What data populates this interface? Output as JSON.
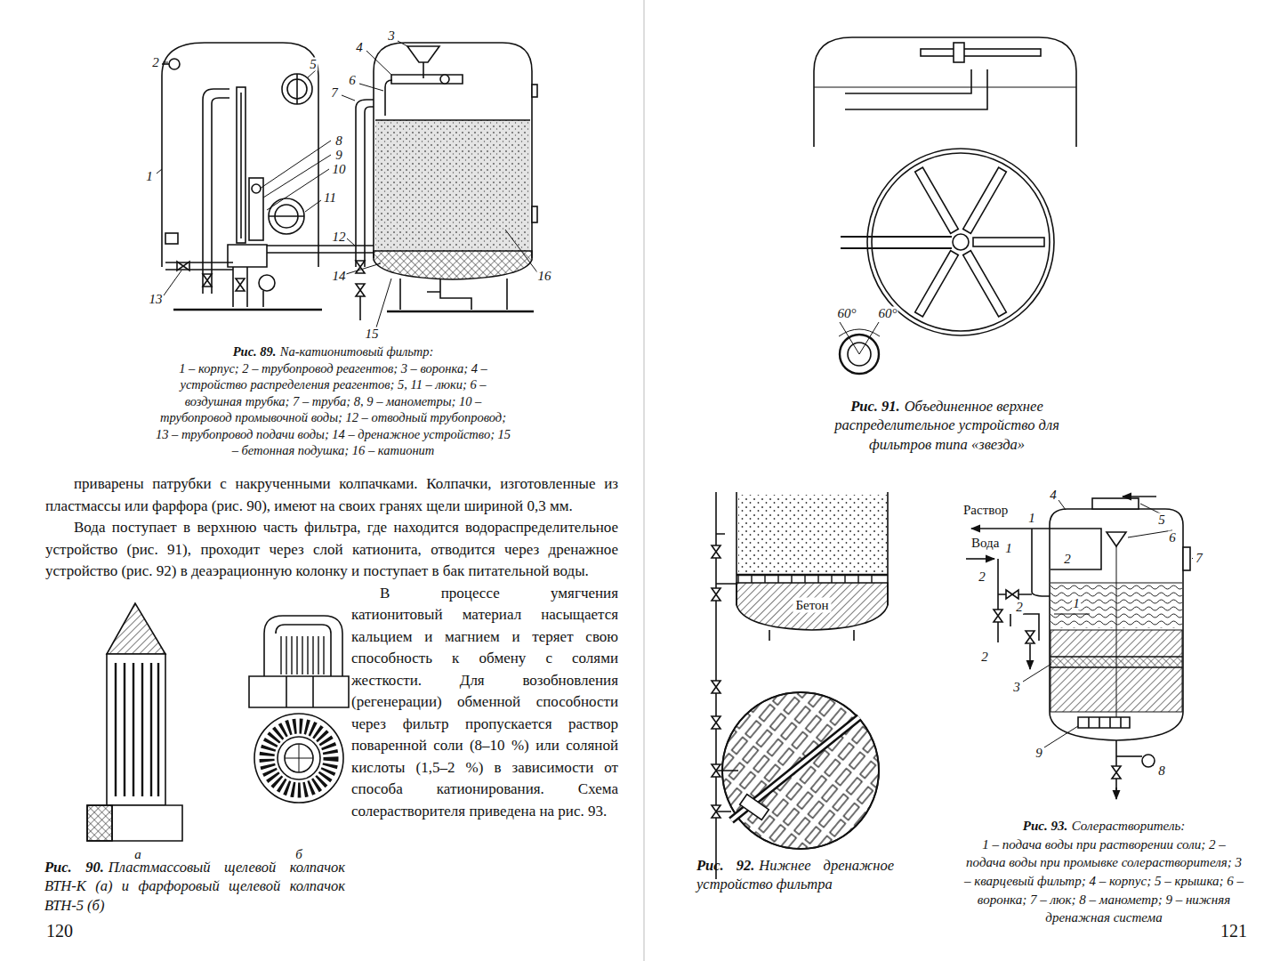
{
  "diagram": {
    "labels": [
      "2",
      "3",
      "4",
      "5",
      "6",
      "7",
      "1",
      "8",
      "9",
      "10",
      "11",
      "12",
      "13",
      "14",
      "16",
      "15",
      "Рис. 89.",
      "Na-катионитовый фильтр:",
      "1 – корпус; 2 – трубопровод реагентов; 3 – воронка; 4 – устройство распределения реагентов; 5, 11 – люки; 6 – воздушная трубка; 7 – труба; 8, 9 – манометры; 10 – трубопровод промывочной воды; 12 – отводный трубопровод; 13 – трубопровод подачи воды; 14 – дренажное устройство; 15 – бетонная подушка; 16 – катионит",
      "приварены патрубки с накрученными колпачками. Колпачки, изготовленные из пластмассы или фарфора (рис. 90), имеют на своих гранях щели шириной 0,3 мм.",
      "Вода поступает в верхнюю часть фильтра, где находится водораспределительное устройство (рис. 91), проходит через слой катионита, отводится через дренажное устройство (рис. 92) в деаэрационную колонку и поступает в бак питательной воды.",
      "В процессе умягчения катионитовый материал насыщается кальцием и магнием и теряет свою способность к обмену с солями жесткости. Для возобновления (регенерации) обменной способности через фильтр пропускается раствор поваренной соли (8–10 %) или соляной кислоты (1,5–2 %) в зависимости от способа катионирования. Схема солерастворителя приведена на рис. 93.",
      "а",
      "б",
      "Рис. 90.",
      "Пластмассовый щелевой колпачок ВТН-К (а) и фарфоровый щелевой колпачок ВТН-5 (б)",
      "120",
      "60°",
      "60°",
      "Рис. 91.",
      "Объединенное верхнее распределительное устройство для фильтров типа «звезда»",
      "Бетон",
      "Рис. 92.",
      "Нижнее дренажное устройство фильтра",
      "Раствор",
      "Вода",
      "1",
      "4",
      "5",
      "6",
      "1",
      "2",
      "2",
      "2",
      "1",
      "7",
      "2",
      "3",
      "9",
      "8",
      "Рис. 93.",
      "Солерастворитель:",
      "1 – подача воды при растворении соли; 2 – подача воды при промывке солерастворителя; 3 – кварцевый фильтр; 4 – корпус; 5 – крышка; 6 – воронка; 7 – люк; 8 – манометр; 9 – нижняя дренажная система",
      "121"
    ]
  }
}
